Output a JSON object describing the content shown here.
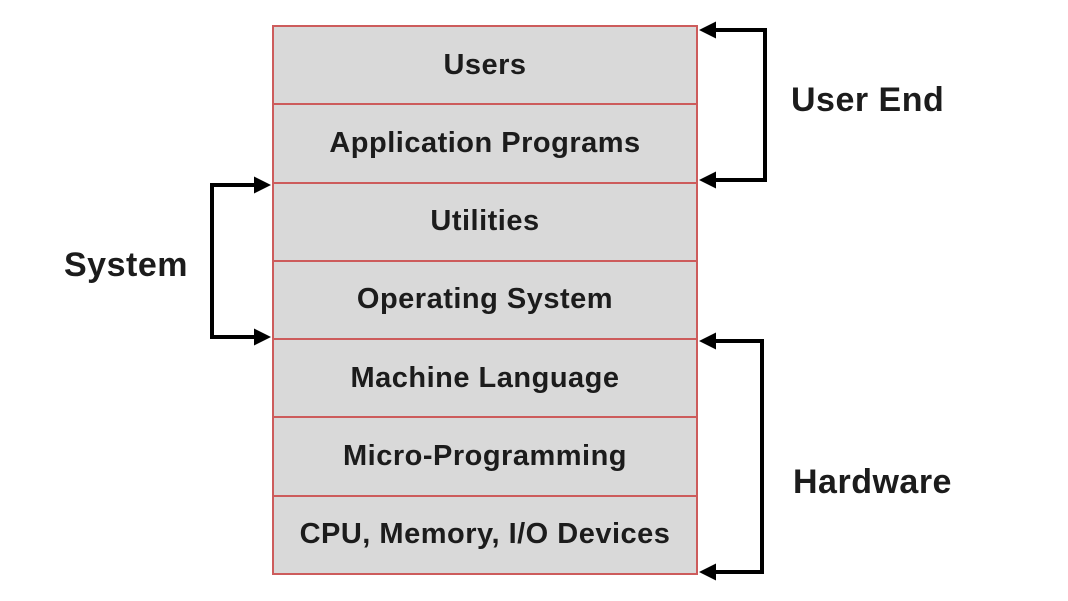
{
  "layers": [
    {
      "label": "Users"
    },
    {
      "label": "Application Programs"
    },
    {
      "label": "Utilities"
    },
    {
      "label": "Operating System"
    },
    {
      "label": "Machine Language"
    },
    {
      "label": "Micro-Programming"
    },
    {
      "label": "CPU, Memory, I/O Devices"
    }
  ],
  "brackets": {
    "user_end": {
      "label": "User End",
      "spans": "Users + Application Programs"
    },
    "system": {
      "label": "System",
      "spans": "Utilities + Operating System"
    },
    "hardware": {
      "label": "Hardware",
      "spans": "Machine Language + Micro-Programming + CPU, Memory, I/O Devices"
    }
  },
  "colors": {
    "box_fill": "#d9d9d9",
    "box_border": "#cd5c5c",
    "arrow": "#000000",
    "text": "#1c1c1c",
    "background": "#ffffff"
  }
}
